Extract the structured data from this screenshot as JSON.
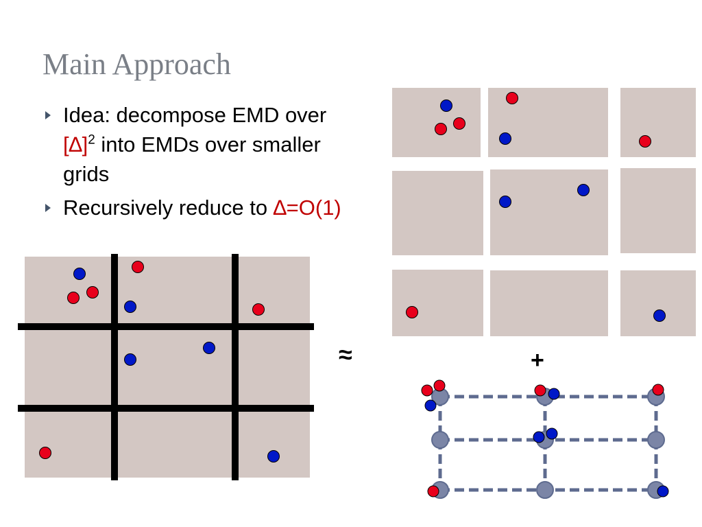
{
  "slide": {
    "title": "Main Approach",
    "bullets": [
      {
        "line1": "Idea: decompose EMD over",
        "delta_brackets": "[∆]",
        "exponent": "2",
        "line2_rest": " into EMDs over smaller",
        "line3": "grids"
      },
      {
        "text": "Recursively reduce to ",
        "formula": "∆=O(1)"
      }
    ],
    "approx_symbol": "≈",
    "plus_symbol": "+",
    "colors": {
      "cell_fill": "#d3c7c3",
      "grid_line": "#000000",
      "red_point": "#e8001c",
      "blue_point": "#0018c8",
      "node_fill": "#7b85a6",
      "dashed_edge": "#5e6b8f",
      "bullet_marker": "#44546a",
      "highlight_text": "#c00000"
    },
    "icons": {
      "bullet": "triangle-bullet-icon"
    }
  }
}
